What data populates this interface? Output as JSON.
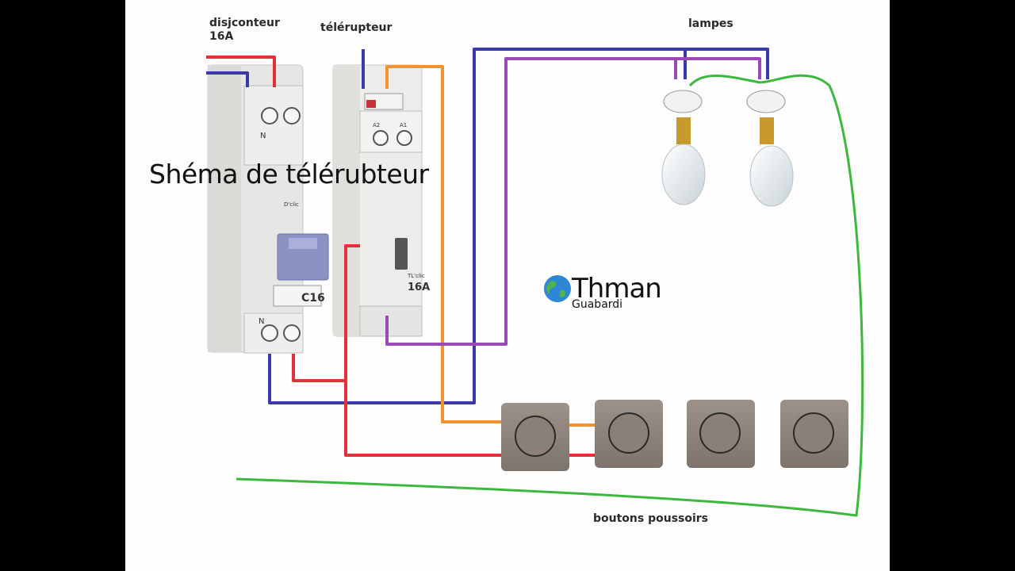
{
  "labels": {
    "breaker": "disjconteur\n16A",
    "relay": "télérupteur",
    "lamps": "lampes",
    "buttons": "boutons poussoirs"
  },
  "title": "Shéma de télérubteur",
  "watermark": {
    "name": "Thman",
    "sub": "Guabardi"
  },
  "device_text": {
    "breaker_neutral_top": "N",
    "breaker_neutral_bottom": "N",
    "breaker_rating": "C16",
    "breaker_brand": "D'clic",
    "relay_a2": "A2",
    "relay_a1": "A1",
    "relay_brand": "TL'clic",
    "relay_rating": "16A"
  },
  "colors": {
    "phase": "#e0303a",
    "neutral": "#3a3aa8",
    "return_orange": "#f0922e",
    "lamp_purple": "#9a4ab8",
    "earth": "#3cb83c",
    "button_body": "#8f857d"
  }
}
